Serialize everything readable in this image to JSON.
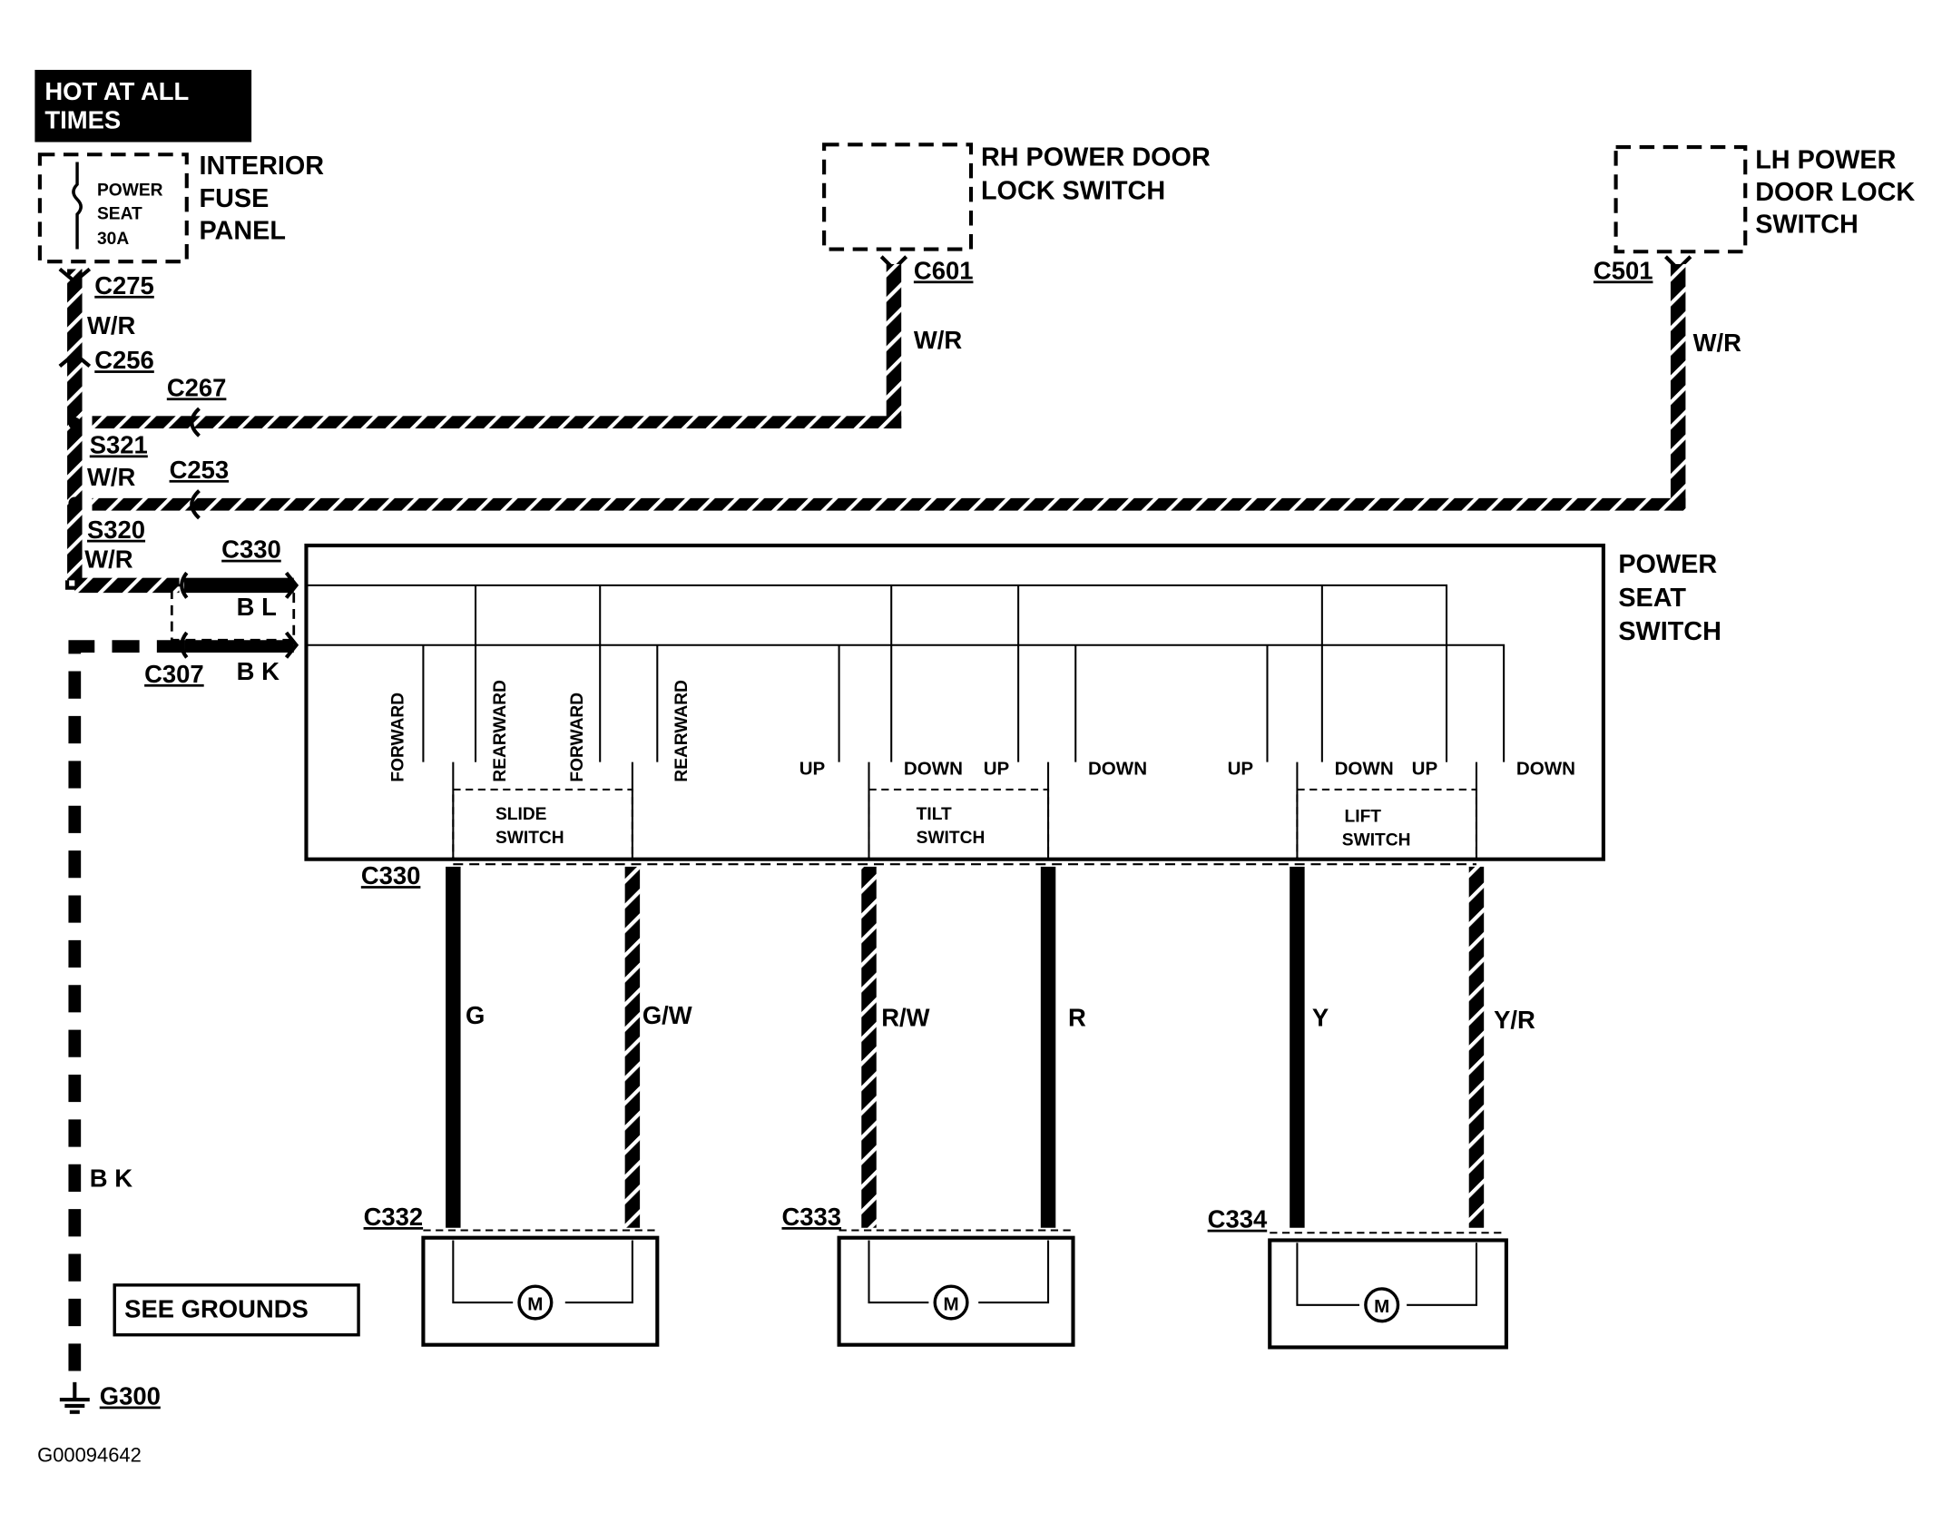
{
  "hot_box": {
    "line1": "HOT AT ALL",
    "line2": "TIMES"
  },
  "fuse": {
    "line1": "POWER",
    "line2": "SEAT",
    "line3": "30A",
    "panel_line1": "INTERIOR",
    "panel_line2": "FUSE",
    "panel_line3": "PANEL"
  },
  "rh_switch": {
    "line1": "RH POWER DOOR",
    "line2": "LOCK  SWITCH"
  },
  "lh_switch": {
    "line1": "LH POWER",
    "line2": "DOOR  LOCK",
    "line3": "SWITCH"
  },
  "power_seat_switch": {
    "line1": "POWER",
    "line2": "SEAT",
    "line3": "SWITCH"
  },
  "connectors": {
    "c275": "C275",
    "c256": "C256",
    "c267": "C267",
    "s321": "S321",
    "c253": "C253",
    "s320": "S320",
    "c330_top": "C330",
    "c307": "C307",
    "c601": "C601",
    "c501": "C501",
    "c330_bottom": "C330",
    "c332": "C332",
    "c333": "C333",
    "c334": "C334",
    "g300": "G300"
  },
  "wire_colors": {
    "wr1": "W/R",
    "wr2": "W/R",
    "wr3": "W/R",
    "wr_c601": "W/R",
    "wr_c501": "W/R",
    "bl": "B L",
    "bk_c307": "B K",
    "bk_ground": "B K",
    "g": "G",
    "gw": "G/W",
    "rw": "R/W",
    "r": "R",
    "y": "Y",
    "yr": "Y/R"
  },
  "switch_labels": {
    "forward1": "FORWARD",
    "rearward1": "REARWARD",
    "forward2": "FORWARD",
    "rearward2": "REARWARD",
    "up1": "UP",
    "down1": "DOWN",
    "up2": "UP",
    "down2": "DOWN",
    "up3": "UP",
    "down3": "DOWN",
    "up4": "UP",
    "down4": "DOWN",
    "slide1": "SLIDE",
    "slide2": "SWITCH",
    "tilt1": "TILT",
    "tilt2": "SWITCH",
    "lift1": "LIFT",
    "lift2": "SWITCH"
  },
  "motor_symbol": "M",
  "see_grounds": "SEE  GROUNDS",
  "figure_code": "G00094642"
}
